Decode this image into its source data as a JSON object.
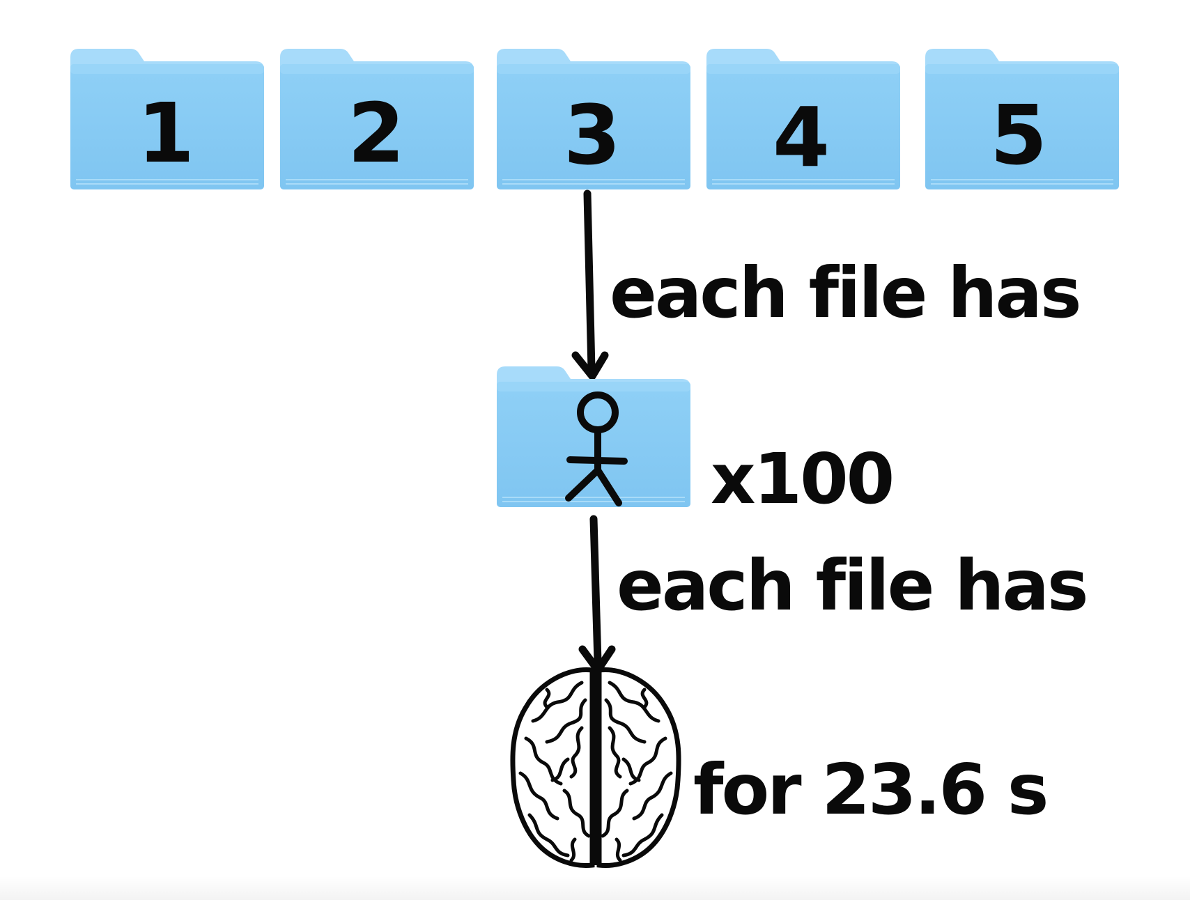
{
  "folders": [
    {
      "label": "1"
    },
    {
      "label": "2"
    },
    {
      "label": "3"
    },
    {
      "label": "4"
    },
    {
      "label": "5"
    }
  ],
  "arrow_labels": {
    "first": "each file has",
    "second": "each file has"
  },
  "participant_count": "x100",
  "duration": "for 23.6 s",
  "icons": {
    "folder": "folder-icon",
    "participant": "stick-figure-icon",
    "brain": "brain-icon"
  },
  "colors": {
    "folder_body": "#84c9f3",
    "folder_tab": "#a7dbfa",
    "ink": "#0a0a0a"
  }
}
